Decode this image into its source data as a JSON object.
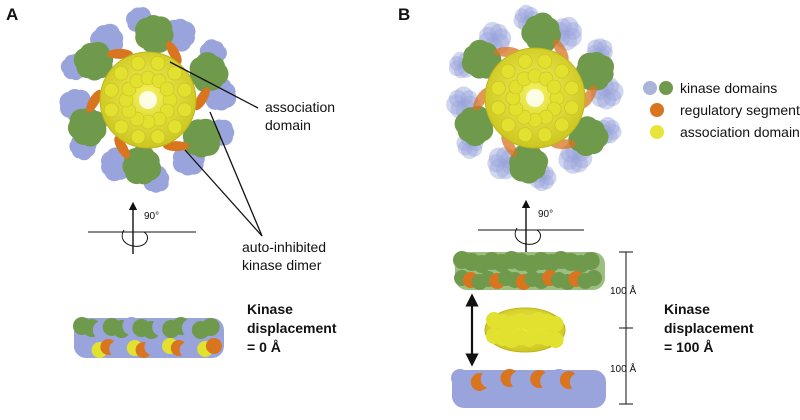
{
  "panels": {
    "a": {
      "letter": "A",
      "callout_association_1": "association",
      "callout_association_2": "domain",
      "callout_kinase_1": "auto-inhibited",
      "callout_kinase_2": "kinase dimer",
      "rotation_label": "90°",
      "displacement_1": "Kinase",
      "displacement_2": "displacement",
      "displacement_3": "= 0 Å"
    },
    "b": {
      "letter": "B",
      "rotation_label": "90°",
      "scale_top": "100 Å",
      "scale_bottom": "100 Å",
      "displacement_1": "Kinase",
      "displacement_2": "displacement",
      "displacement_3": "= 100 Å"
    }
  },
  "legend": {
    "items": [
      {
        "label": "kinase domains",
        "colors": [
          "#a9b4d8",
          "#6f9a4c"
        ]
      },
      {
        "label": "regulatory segment",
        "colors": [
          "#d9741f"
        ]
      },
      {
        "label": "association domain",
        "colors": [
          "#e6e63a"
        ]
      }
    ]
  },
  "colors": {
    "kinase_green": "#6f9a4c",
    "kinase_blue": "#9aa4dc",
    "regulatory_orange": "#d9741f",
    "association_yellow": "#e3e12f"
  }
}
